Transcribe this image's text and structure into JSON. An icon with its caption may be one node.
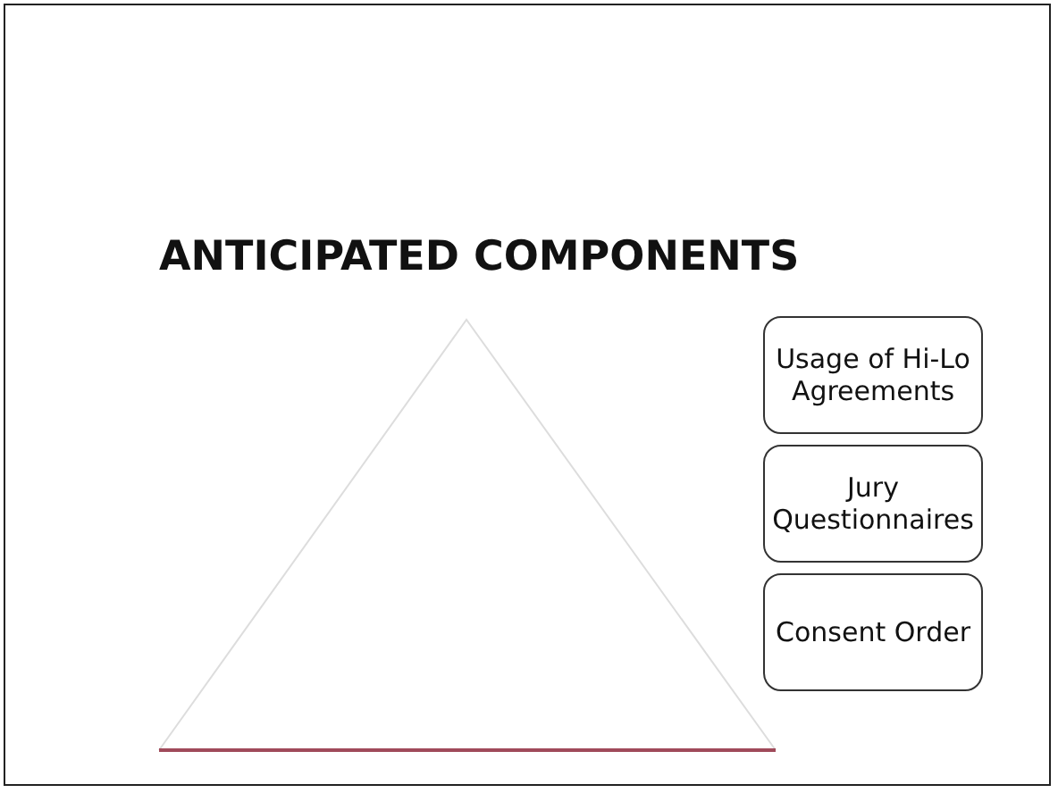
{
  "diagram": {
    "title": "ANTICIPATED COMPONENTS",
    "nodes": [
      {
        "text": [
          "Usage of Hi-Lo Agreements"
        ]
      },
      {
        "text": [
          "Jury Questionnaires"
        ]
      },
      {
        "text": [
          "Consent Order"
        ]
      }
    ]
  }
}
